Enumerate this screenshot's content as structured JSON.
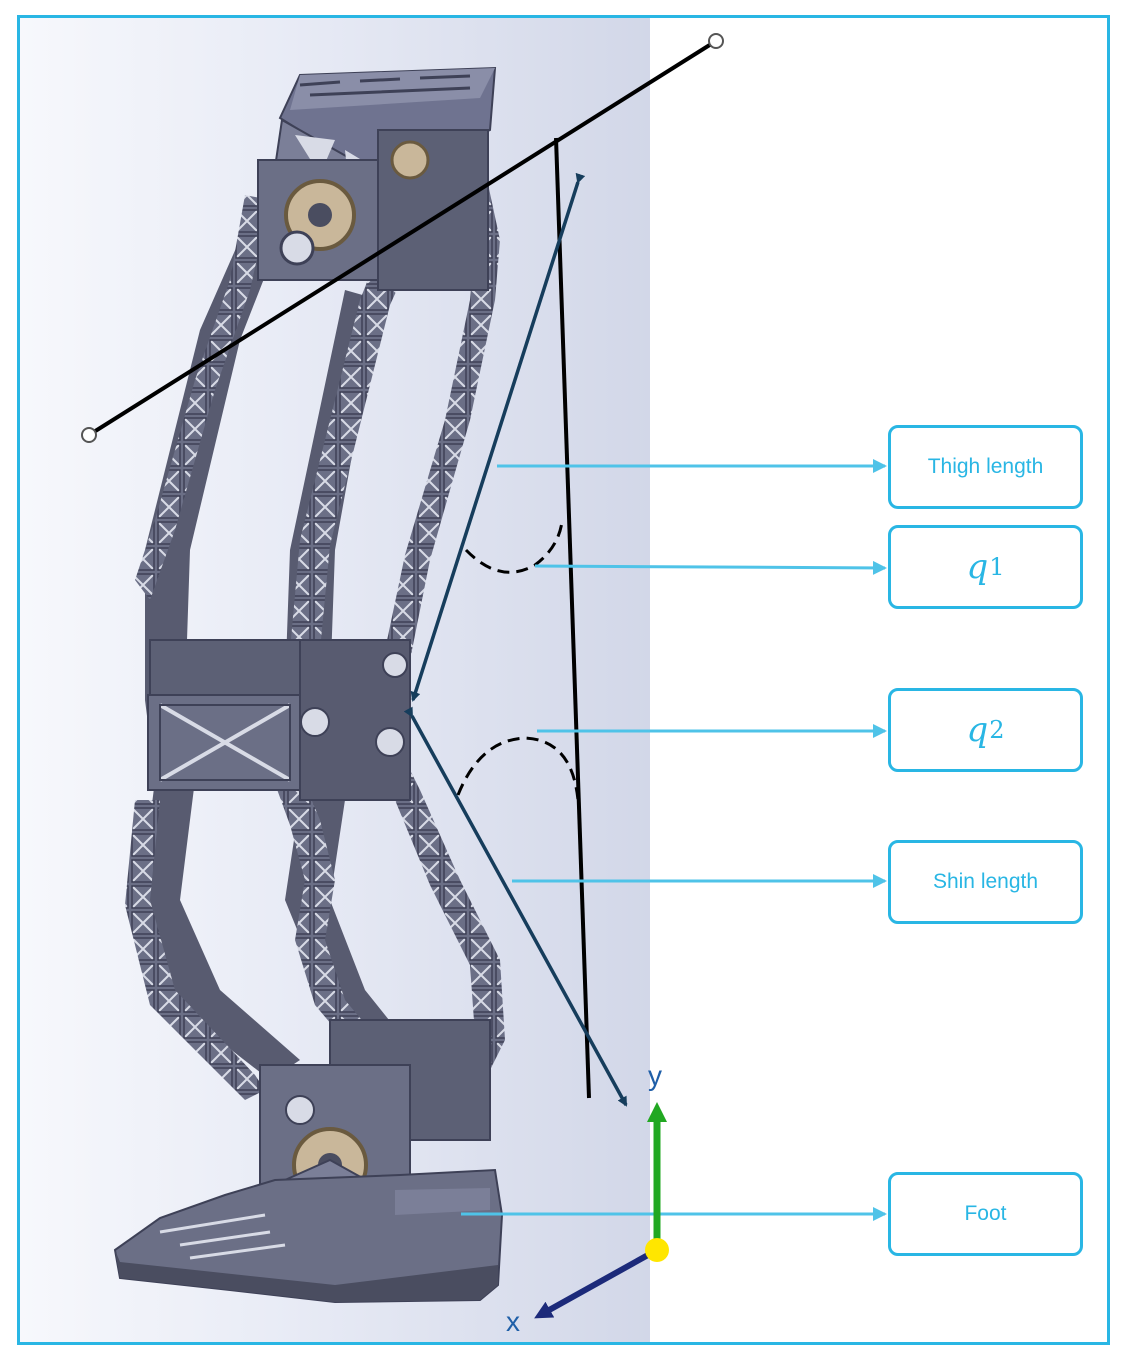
{
  "labels": {
    "thigh_length": "Thigh length",
    "q1": {
      "symbol": "q",
      "subscript": "1"
    },
    "q2": {
      "symbol": "q",
      "subscript": "2"
    },
    "shin_length": "Shin length",
    "foot": "Foot"
  },
  "axes": {
    "y": "y",
    "x": "x"
  },
  "colors": {
    "frame": "#29b6e4",
    "callout": "#4fc3e8",
    "robot_body": "#6b6f86",
    "link_arrow": "#163d5c",
    "y_axis": "#22a822",
    "x_axis": "#1c2a7a",
    "origin": "#ffe600"
  }
}
